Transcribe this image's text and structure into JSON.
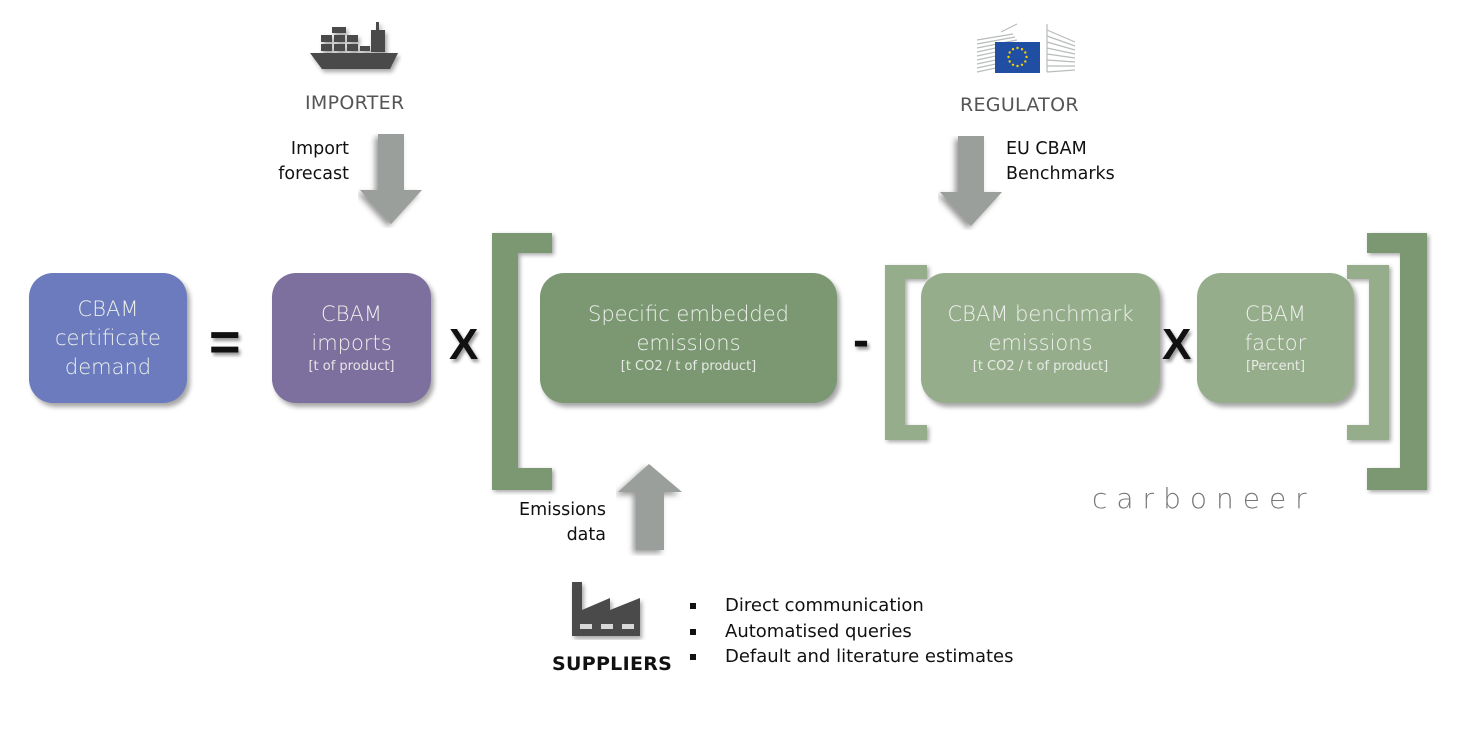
{
  "actors": {
    "importer": {
      "label": "IMPORTER",
      "icon": "ship-icon",
      "flow_label": [
        "Import",
        "forecast"
      ]
    },
    "regulator": {
      "label": "REGULATOR",
      "icon": "eu-commission-icon",
      "flow_label": [
        "EU CBAM",
        "Benchmarks"
      ]
    },
    "suppliers": {
      "label": "SUPPLIERS",
      "icon": "factory-icon",
      "flow_label": [
        "Emissions",
        "data"
      ],
      "methods": [
        "Direct communication",
        "Automatised queries",
        "Default and literature estimates"
      ]
    }
  },
  "formula": {
    "result": {
      "title": [
        "CBAM",
        "certificate",
        "demand"
      ],
      "color": "#6b7bbd"
    },
    "equals": "=",
    "imports": {
      "title": [
        "CBAM",
        "imports"
      ],
      "unit": "[t of product]",
      "color": "#7d6f9e"
    },
    "times1": "X",
    "specific": {
      "title": [
        "Specific embedded",
        "emissions"
      ],
      "unit": "[t CO2 / t of product]",
      "color": "#7b9873"
    },
    "minus": "-",
    "benchmark": {
      "title": [
        "CBAM benchmark",
        "emissions"
      ],
      "unit": "[t CO2 / t of product]",
      "color": "#96ad8c"
    },
    "times2": "X",
    "factor": {
      "title": [
        "CBAM",
        "factor"
      ],
      "unit": "[Percent]",
      "color": "#96ad8c"
    }
  },
  "colors": {
    "outer_bracket": "#7b9873",
    "inner_bracket": "#96ad8c",
    "arrow": "#9a9f9b",
    "icon": "#4a4a4a"
  },
  "brand": "carboneer"
}
